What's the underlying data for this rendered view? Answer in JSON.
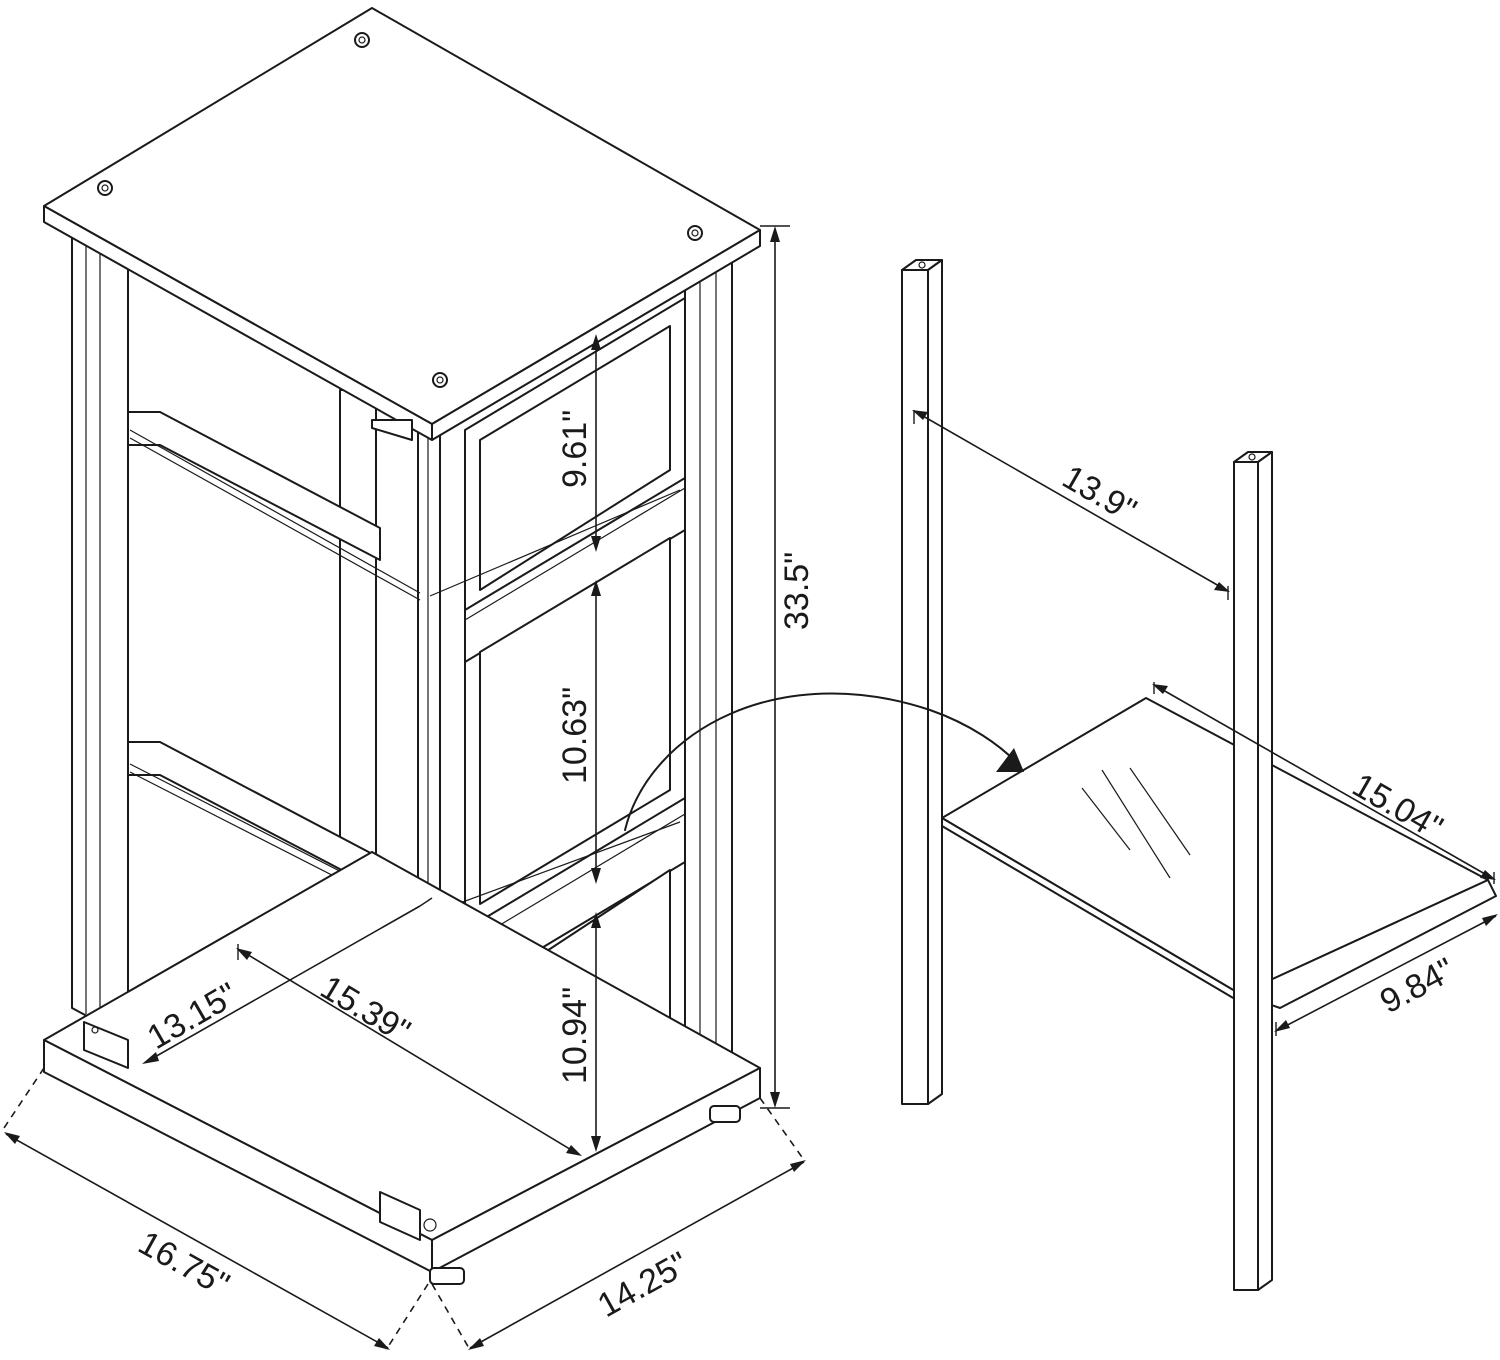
{
  "dimensions": {
    "overall_height": "33.5\"",
    "shelf_gap_top": "9.61\"",
    "shelf_gap_middle": "10.63\"",
    "shelf_gap_bottom": "10.94\"",
    "interior_depth": "13.15\"",
    "interior_width": "15.39\"",
    "base_width": "16.75\"",
    "base_depth": "14.25\"",
    "post_spacing": "13.9\"",
    "shelf_length": "15.04\"",
    "shelf_depth": "9.84\""
  }
}
